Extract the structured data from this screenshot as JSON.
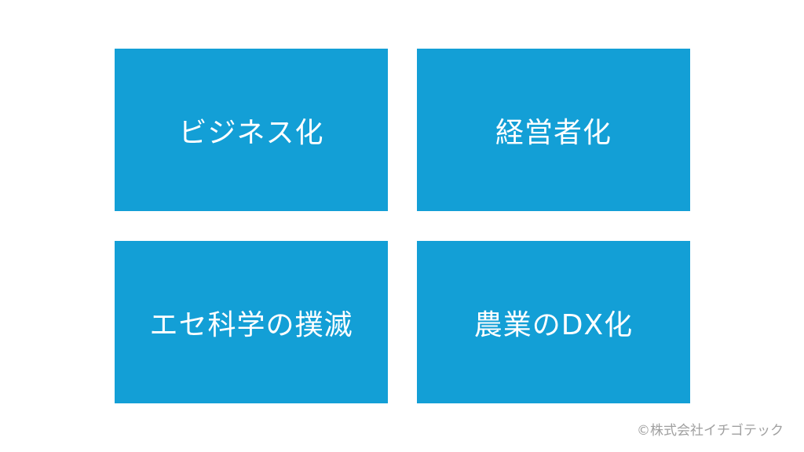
{
  "boxes": [
    "ビジネス化",
    "経営者化",
    "エセ科学の撲滅",
    "農業のDX化"
  ],
  "copyright": "©株式会社イチゴテック",
  "colors": {
    "box": "#139fd6"
  }
}
